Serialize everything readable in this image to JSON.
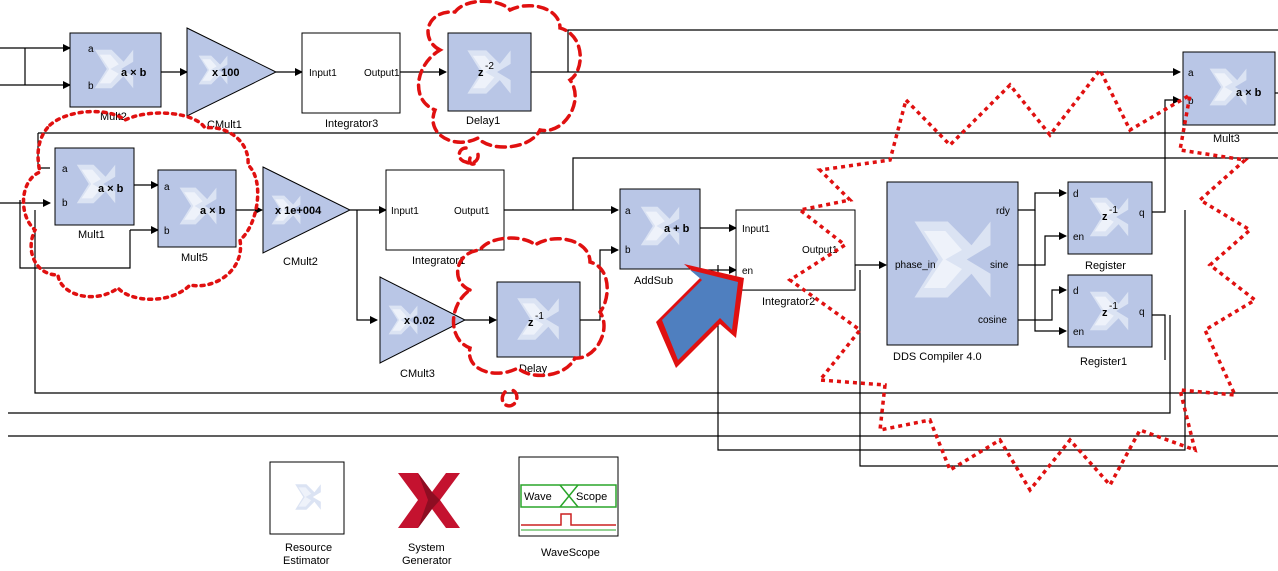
{
  "blocks": {
    "mult2": {
      "name": "Mult2",
      "op": "a × b",
      "in_a": "a",
      "in_b": "b"
    },
    "cmult1": {
      "name": "CMult1",
      "op": "x 100"
    },
    "integrator3": {
      "name": "Integrator3",
      "in": "Input1",
      "out": "Output1"
    },
    "delay1": {
      "name": "Delay1",
      "op": "z",
      "exp": "-2"
    },
    "mult3": {
      "name": "Mult3",
      "op": "a × b",
      "in_a": "a",
      "in_b": "b"
    },
    "mult1": {
      "name": "Mult1",
      "op": "a × b",
      "in_a": "a",
      "in_b": "b"
    },
    "mult5": {
      "name": "Mult5",
      "op": "a × b",
      "in_a": "a",
      "in_b": "b"
    },
    "cmult2": {
      "name": "CMult2",
      "op": "x 1e+004"
    },
    "integrator1": {
      "name": "Integrator1",
      "in": "Input1",
      "out": "Output1"
    },
    "addsub": {
      "name": "AddSub",
      "op": "a + b",
      "in_a": "a",
      "in_b": "b"
    },
    "integrator2": {
      "name": "Integrator2",
      "in": "Input1",
      "en": "en",
      "out": "Output1"
    },
    "cmult3": {
      "name": "CMult3",
      "op": "x 0.02"
    },
    "delay": {
      "name": "Delay",
      "op": "z",
      "exp": "-1"
    },
    "dds": {
      "name": "DDS Compiler 4.0",
      "in": "phase_in",
      "rdy": "rdy",
      "sine": "sine",
      "cosine": "cosine"
    },
    "register": {
      "name": "Register",
      "d": "d",
      "en": "en",
      "q": "q",
      "op": "z",
      "exp": "-1"
    },
    "register1": {
      "name": "Register1",
      "d": "d",
      "en": "en",
      "q": "q",
      "op": "z",
      "exp": "-1"
    }
  },
  "tools": {
    "resource_estimator": {
      "line1": "Resource",
      "line2": "Estimator"
    },
    "system_generator": {
      "line1": "System",
      "line2": "Generator"
    },
    "wavescope": {
      "name": "WaveScope",
      "left": "Wave",
      "right": "Scope"
    }
  },
  "colors": {
    "block_fill": "#b9c6e6",
    "annotation_red": "#e01010",
    "arrow_blue": "#4f7fbf",
    "xilinx_red": "#c4122f"
  }
}
